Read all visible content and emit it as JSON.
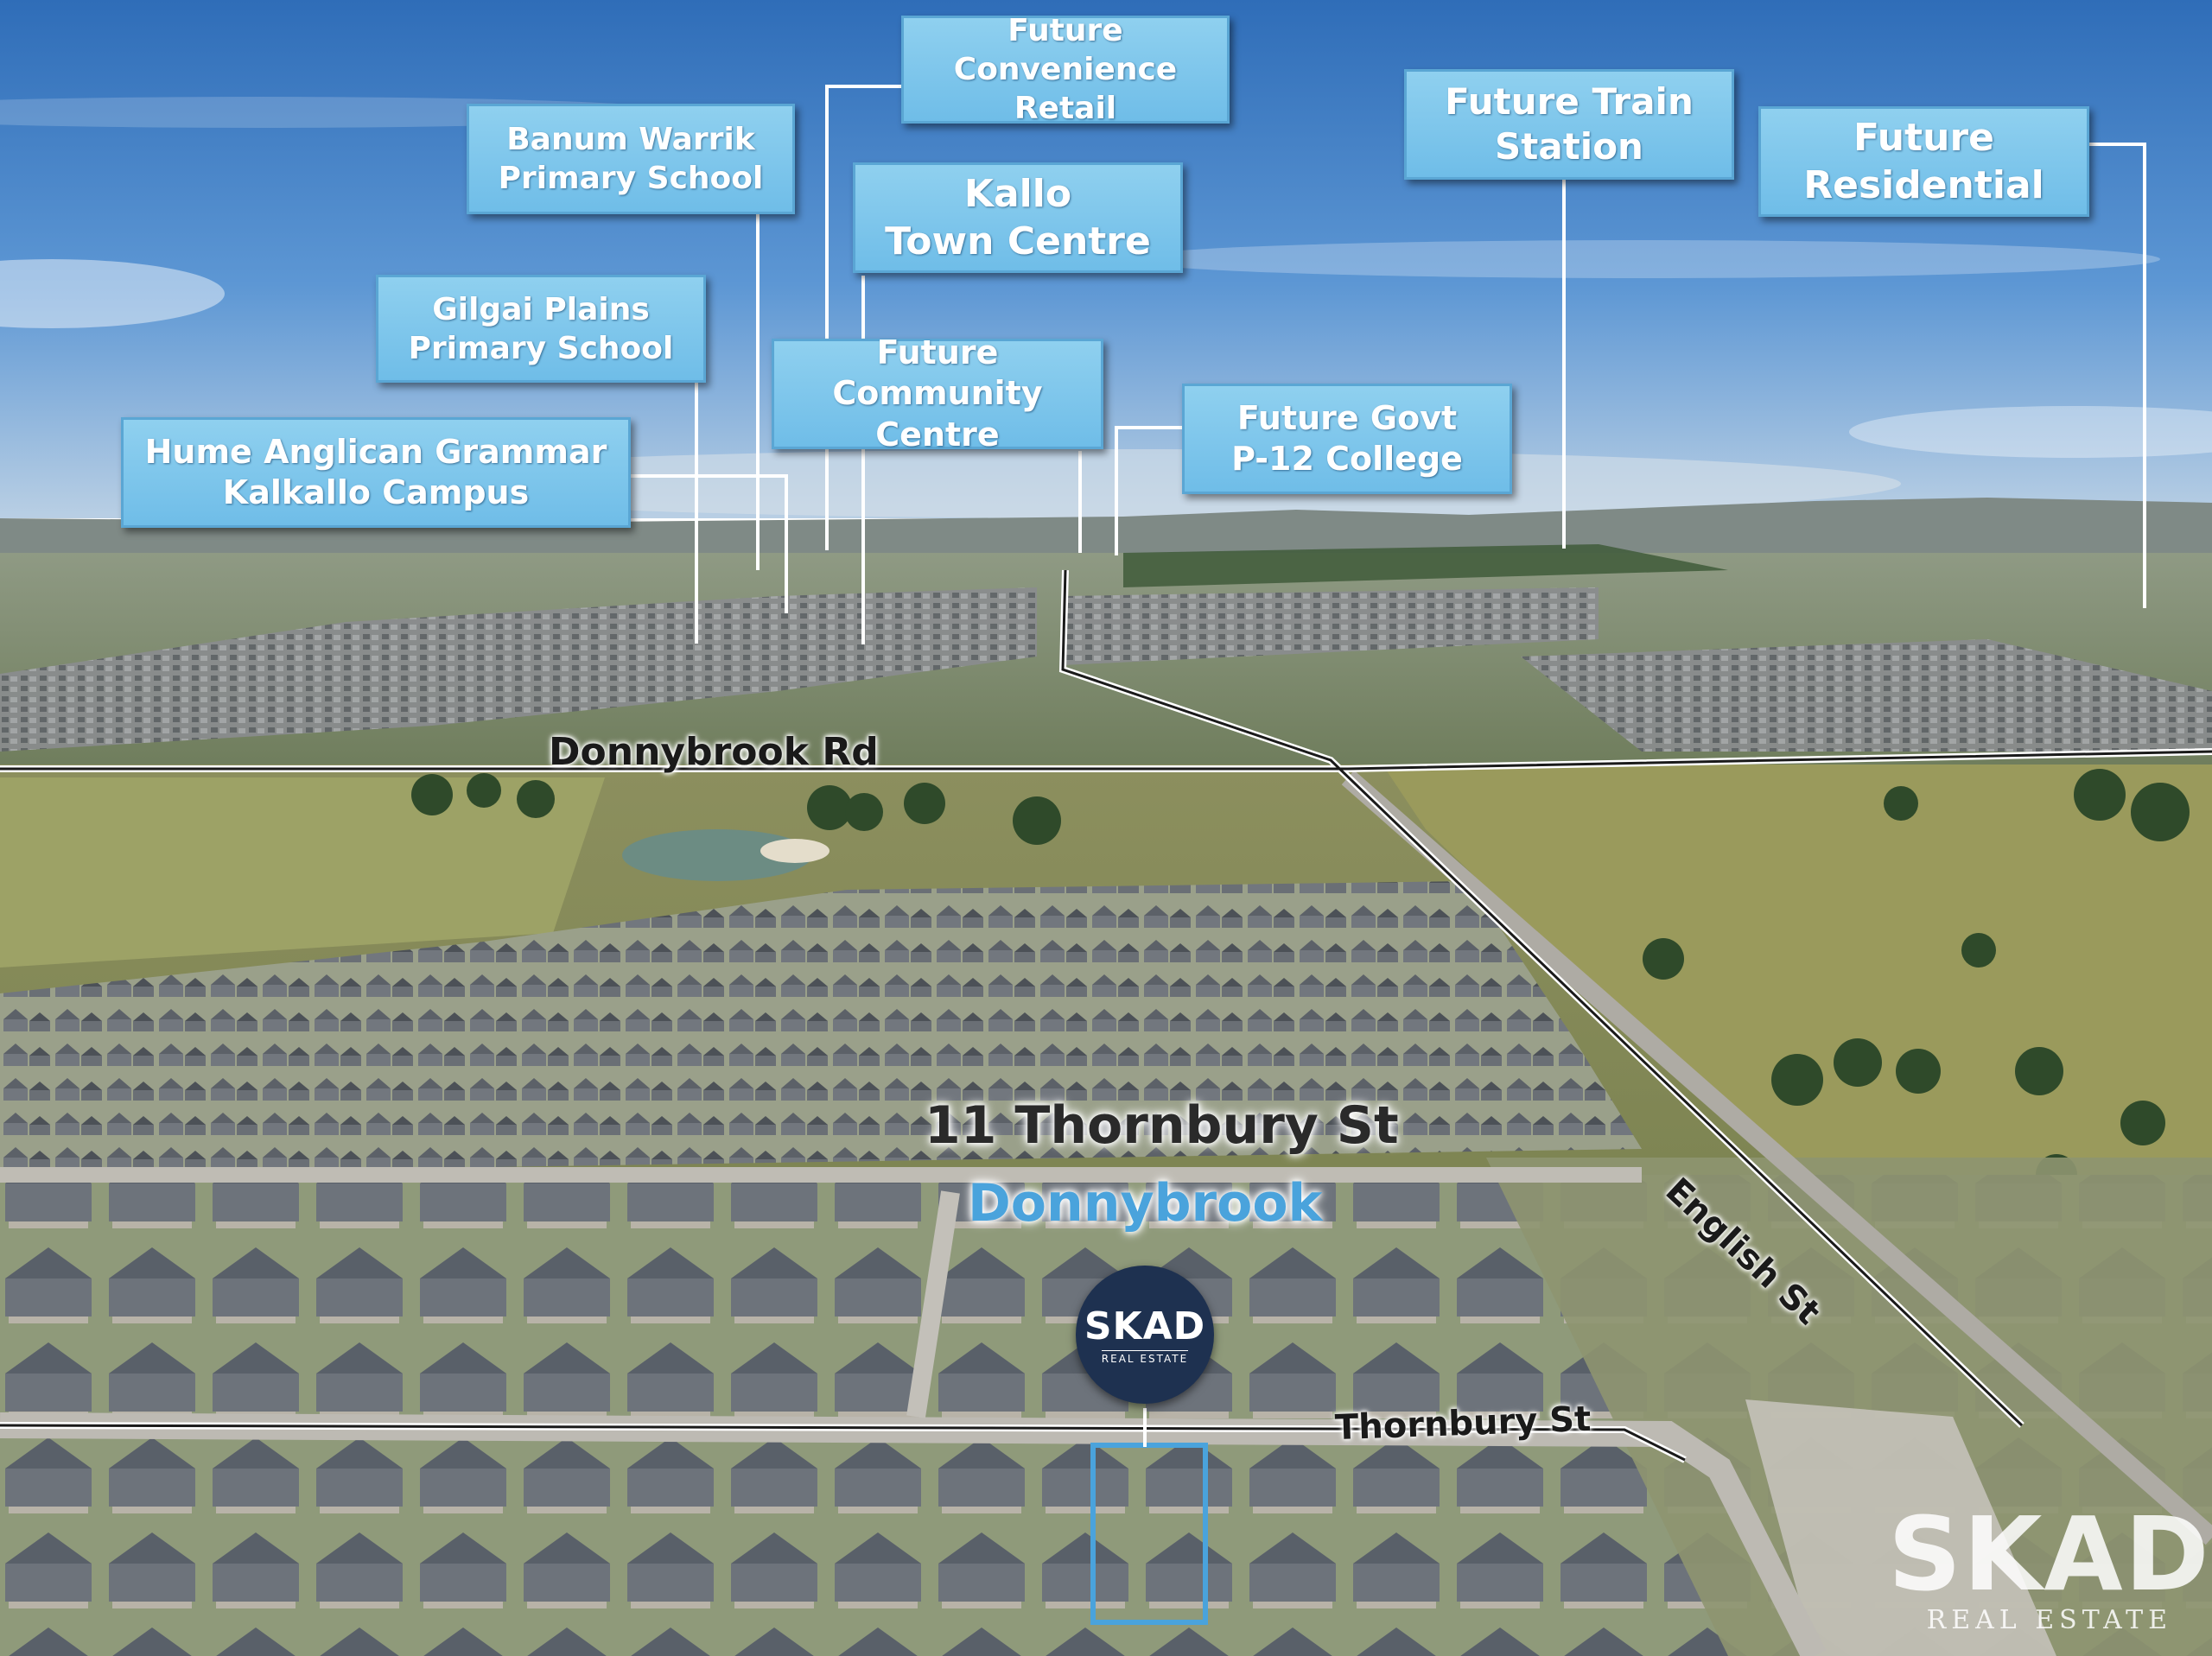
{
  "labels": {
    "convenience": [
      "Future Convenience",
      "Retail"
    ],
    "banum": [
      "Banum Warrik",
      "Primary School"
    ],
    "kallo": [
      "Kallo",
      "Town Centre"
    ],
    "train": [
      "Future Train",
      "Station"
    ],
    "residential": [
      "Future",
      "Residential"
    ],
    "gilgai": [
      "Gilgai Plains",
      "Primary School"
    ],
    "community": [
      "Future Community",
      "Centre"
    ],
    "govt": [
      "Future Govt",
      "P-12 College"
    ],
    "hume": [
      "Hume Anglican Grammar",
      "Kalkallo Campus"
    ]
  },
  "roads": {
    "donnybrook_rd": "Donnybrook Rd",
    "english_st": "English St",
    "thornbury_st": "Thornbury St"
  },
  "property": {
    "address": "11 Thornbury St",
    "suburb": "Donnybrook"
  },
  "branding": {
    "logo": "SKAD",
    "logo_sub": "REAL ESTATE",
    "watermark": "SKAD",
    "watermark_sub": "REAL ESTATE"
  },
  "colors": {
    "label_fill": "#7cc4eb",
    "label_border": "#5aa6d4",
    "suburb_text": "#4aa3dc",
    "logo_bg": "#1e3150",
    "property_outline": "#4aa3dc"
  }
}
